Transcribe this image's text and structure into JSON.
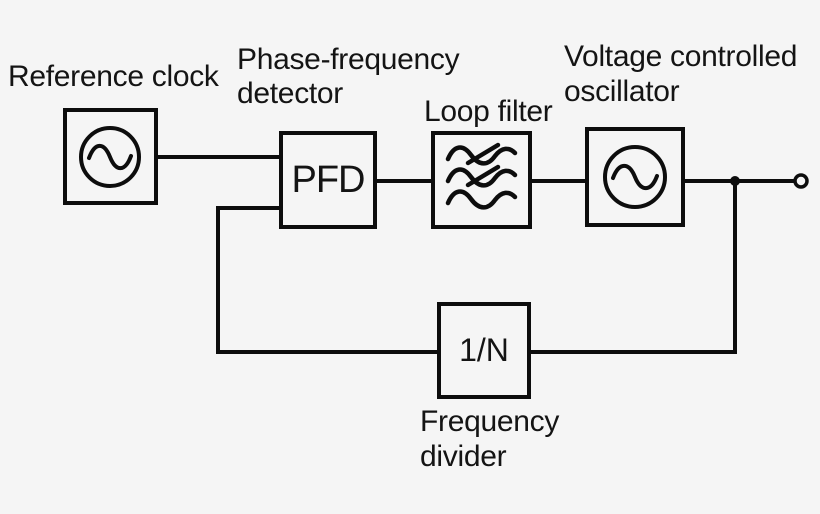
{
  "colors": {
    "background": "#f5f5f5",
    "ink": "#0d0d0d",
    "text": "#141414"
  },
  "labels": {
    "reference_clock": "Reference clock",
    "phase_frequency_detector": "Phase-frequency\ndetector",
    "loop_filter": "Loop filter",
    "vco": "Voltage controlled\noscillator",
    "frequency_divider": "Frequency\ndivider"
  },
  "blocks": {
    "pfd": "PFD",
    "divider": "1/N"
  },
  "icons": {
    "reference_oscillator": "sine-oscillator-icon",
    "vco_oscillator": "sine-oscillator-icon",
    "loop_filter": "filter-waves-icon",
    "output": "output-terminal-icon"
  }
}
